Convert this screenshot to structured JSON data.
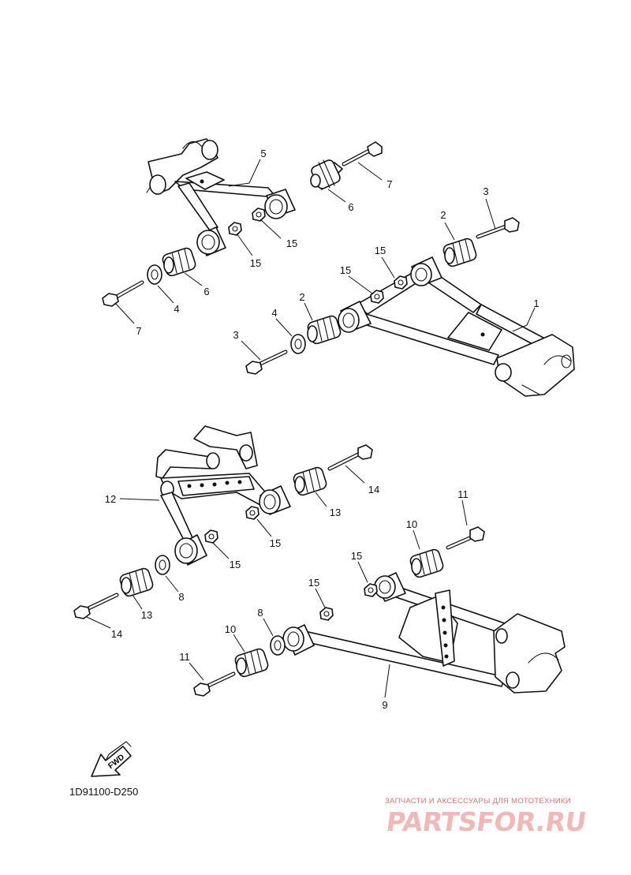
{
  "callouts": [
    {
      "id": "c5",
      "text": "5"
    },
    {
      "id": "c7a",
      "text": "7"
    },
    {
      "id": "c6a",
      "text": "6"
    },
    {
      "id": "c3a",
      "text": "3"
    },
    {
      "id": "c2a",
      "text": "2"
    },
    {
      "id": "c15a",
      "text": "15"
    },
    {
      "id": "c15b",
      "text": "15"
    },
    {
      "id": "c6b",
      "text": "6"
    },
    {
      "id": "c4a",
      "text": "4"
    },
    {
      "id": "c7b",
      "text": "7"
    },
    {
      "id": "c15c",
      "text": "15"
    },
    {
      "id": "c15d",
      "text": "15"
    },
    {
      "id": "c1",
      "text": "1"
    },
    {
      "id": "c2b",
      "text": "2"
    },
    {
      "id": "c4b",
      "text": "4"
    },
    {
      "id": "c3b",
      "text": "3"
    },
    {
      "id": "c12",
      "text": "12"
    },
    {
      "id": "c14a",
      "text": "14"
    },
    {
      "id": "c13a",
      "text": "13"
    },
    {
      "id": "c15e",
      "text": "15"
    },
    {
      "id": "c11a",
      "text": "11"
    },
    {
      "id": "c10a",
      "text": "10"
    },
    {
      "id": "c15f",
      "text": "15"
    },
    {
      "id": "c15g",
      "text": "15"
    },
    {
      "id": "c8a",
      "text": "8"
    },
    {
      "id": "c13b",
      "text": "13"
    },
    {
      "id": "c14b",
      "text": "14"
    },
    {
      "id": "c15h",
      "text": "15"
    },
    {
      "id": "c8b",
      "text": "8"
    },
    {
      "id": "c10b",
      "text": "10"
    },
    {
      "id": "c11b",
      "text": "11"
    },
    {
      "id": "c9",
      "text": "9"
    }
  ],
  "fwd_label": "FWD",
  "diagram_code": "1D91100-D250",
  "watermark": {
    "tagline": "ЗАПЧАСТИ И АКСЕССУАРЫ ДЛЯ МОТОТЕХНИКИ",
    "logo": "PARTSFOR.RU",
    "color": "#e07070"
  }
}
